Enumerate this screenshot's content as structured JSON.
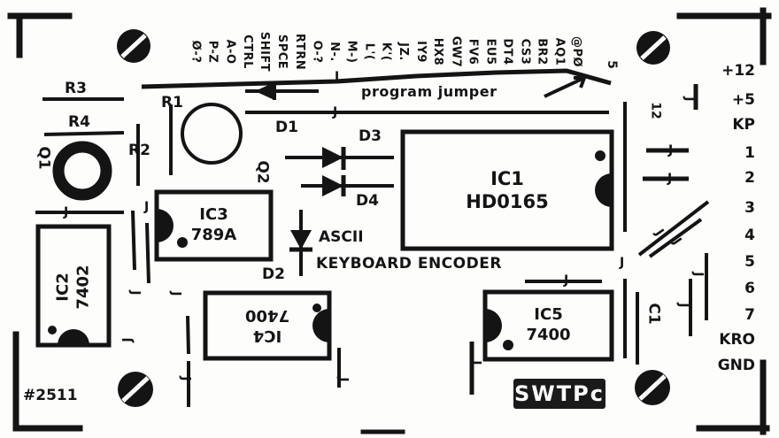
{
  "board": {
    "program_label": "program jumper",
    "ascii_label": "ASCII",
    "encoder_label": "KEYBOARD ENCODER",
    "part_number": "#2511",
    "logo_text": "SWTPc",
    "jumper_mark": "J"
  },
  "chips": {
    "ic1": {
      "name": "IC1",
      "part": "HD0165"
    },
    "ic2": {
      "name": "IC2",
      "part": "7402"
    },
    "ic3": {
      "name": "IC3",
      "part": "789A"
    },
    "ic4": {
      "name": "IC4",
      "part": "7400"
    },
    "ic5": {
      "name": "IC5",
      "part": "7400"
    }
  },
  "components": {
    "r1": "R1",
    "r2": "R2",
    "r3": "R3",
    "r4": "R4",
    "q1": "Q1",
    "q2": "Q2",
    "d1": "D1",
    "d2": "D2",
    "d3": "D3",
    "d4": "D4",
    "c1": "C1"
  },
  "key_labels": [
    "Ø-?",
    "P-Z",
    "A-O",
    "CTRL",
    "SHIFT",
    "SPCE",
    "RTRN",
    "O-?",
    "N-.",
    "M-)",
    "L'(",
    "K'(",
    "JZ.",
    "IY9",
    "HX8",
    "GW7",
    "FV6",
    "EU5",
    "DT4",
    "CS3",
    "BR2",
    "AQ1",
    "@PØ"
  ],
  "key_number": "5",
  "jumper_number": "12",
  "pins": [
    "+12",
    "+5",
    "KP",
    "1",
    "2",
    "3",
    "4",
    "5",
    "6",
    "7",
    "KRO",
    "GND"
  ]
}
